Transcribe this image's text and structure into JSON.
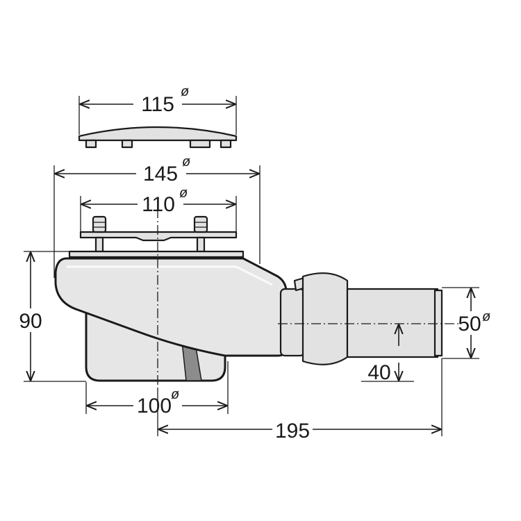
{
  "dimensions": {
    "cover_diameter": "115",
    "flange_outer_diameter": "145",
    "flange_inner_diameter": "110",
    "total_height": "90",
    "bowl_diameter": "100",
    "outlet_length": "195",
    "outlet_diameter": "50",
    "outlet_height": "40",
    "diameter_symbol": "ø"
  },
  "colors": {
    "line": "#1a1a1a",
    "body_fill": "#e6e6e6",
    "highlight": "#f2f2f2",
    "shadow": "#9a9a9a"
  }
}
